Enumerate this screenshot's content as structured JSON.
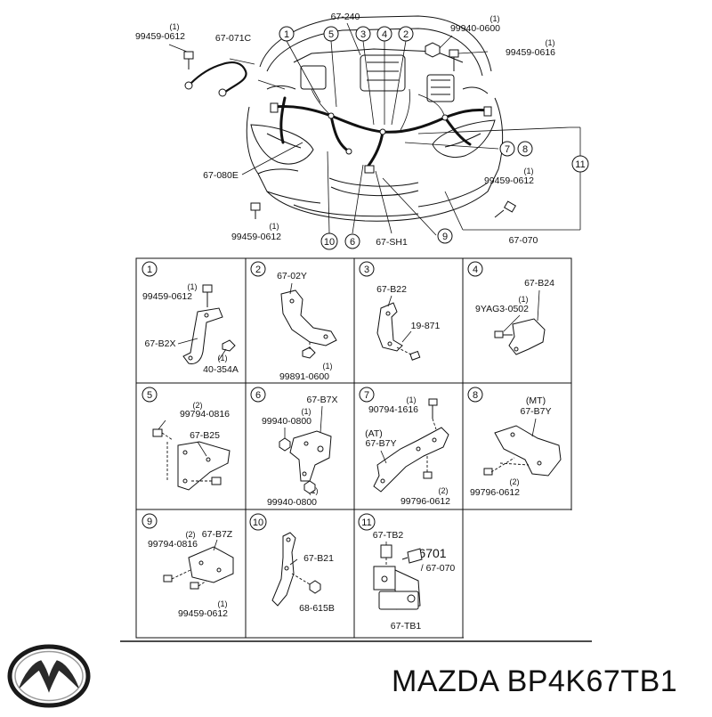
{
  "main_diagram": {
    "labels": {
      "bolt_top_left_num": "99459-0612",
      "bolt_top_left_qty": "(1)",
      "cable_top": "67-071C",
      "main_harness_top": "67-240",
      "nut_top_right_num": "99940-0600",
      "nut_top_right_qty": "(1)",
      "bolt_top_right_num": "99459-0616",
      "bolt_top_right_qty": "(1)",
      "harness_left": "67-080E",
      "bolt_right_num": "99459-0612",
      "bolt_right_qty": "(1)",
      "bolt_bottom_left_num": "99459-0612",
      "bolt_bottom_left_qty": "(1)",
      "shield": "67-SH1",
      "harness_right": "67-070"
    },
    "callouts": [
      "1",
      "5",
      "3",
      "4",
      "2",
      "7",
      "8",
      "11",
      "10",
      "6",
      "9"
    ]
  },
  "detail_panels": [
    {
      "no": "1",
      "labels": [
        "99459-0612",
        "(1)",
        "67-B2X",
        "40-354A",
        "(1)"
      ]
    },
    {
      "no": "2",
      "labels": [
        "67-02Y",
        "99891-0600",
        "(1)"
      ]
    },
    {
      "no": "3",
      "labels": [
        "67-B22",
        "19-871"
      ]
    },
    {
      "no": "4",
      "labels": [
        "67-B24",
        "9YAG3-0502",
        "(1)"
      ]
    },
    {
      "no": "5",
      "labels": [
        "99794-0816",
        "(2)",
        "67-B25"
      ]
    },
    {
      "no": "6",
      "labels": [
        "67-B7X",
        "99940-0800",
        "(1)",
        "99940-0800",
        "(1)"
      ]
    },
    {
      "no": "7",
      "labels": [
        "90794-1616",
        "(1)",
        "(AT)",
        "67-B7Y",
        "99796-0612",
        "(2)"
      ]
    },
    {
      "no": "8",
      "labels": [
        "(MT)",
        "67-B7Y",
        "99796-0612",
        "(2)"
      ]
    },
    {
      "no": "9",
      "labels": [
        "99794-0816",
        "(2)",
        "67-B7Z",
        "99459-0612",
        "(1)"
      ]
    },
    {
      "no": "10",
      "labels": [
        "67-B21",
        "68-615B"
      ]
    },
    {
      "no": "11",
      "labels": [
        "67-TB2",
        "6701",
        "/ 67-070",
        "67-TB1"
      ]
    }
  ],
  "caption": "MAZDA BP4K67TB1",
  "logo": {
    "icon": "mazda-logo-icon"
  }
}
